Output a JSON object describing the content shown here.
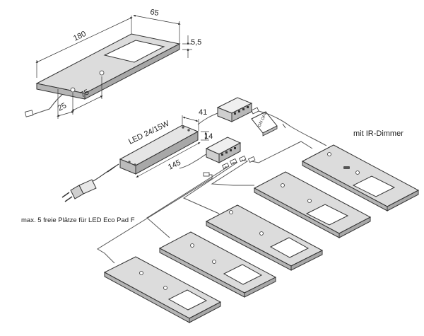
{
  "dimensions": {
    "length": "180",
    "depth": "65",
    "height": "5,5",
    "offset_a": "25",
    "offset_b": "75"
  },
  "driver": {
    "label": "LED 24/15W",
    "width": "41",
    "height": "14",
    "length": "145"
  },
  "receiver_label": "mit IR-Dimmer",
  "remote_label": "ON OFF",
  "note": "max. 5 freie Plätze für LED Eco Pad F",
  "colors": {
    "panel_face": "#dcdcdc",
    "panel_edge": "#a8a8a8",
    "line": "#333333",
    "cable": "#555555"
  }
}
